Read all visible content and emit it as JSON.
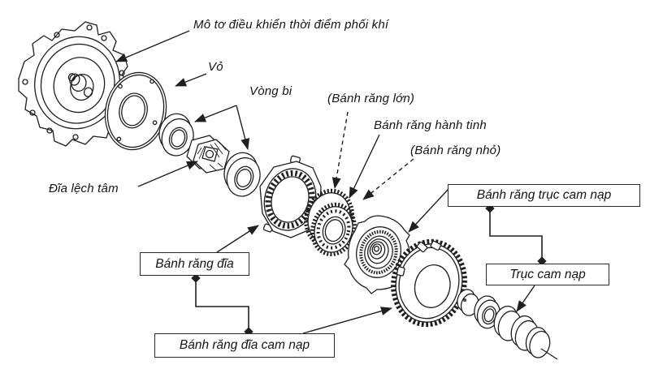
{
  "figure": {
    "background": "#ffffff",
    "line_color": "#1f1f1f",
    "labels": {
      "motor": "Mô tơ điều khiển thời điểm phối khí",
      "cover": "Vỏ",
      "bearing": "Vòng bi",
      "large_gear": "(Bánh răng lớn)",
      "planetary_gear": "Bánh răng hành tinh",
      "small_gear": "(Bánh răng nhỏ)",
      "eccentric_disc": "Đĩa lệch tâm",
      "plate_gear": "Bánh răng đĩa",
      "intake_cam_plate_gear": "Bánh răng đĩa cam nạp",
      "intake_camshaft_gear": "Bánh răng trục cam nạp",
      "intake_camshaft": "Trục cam nạp"
    }
  }
}
